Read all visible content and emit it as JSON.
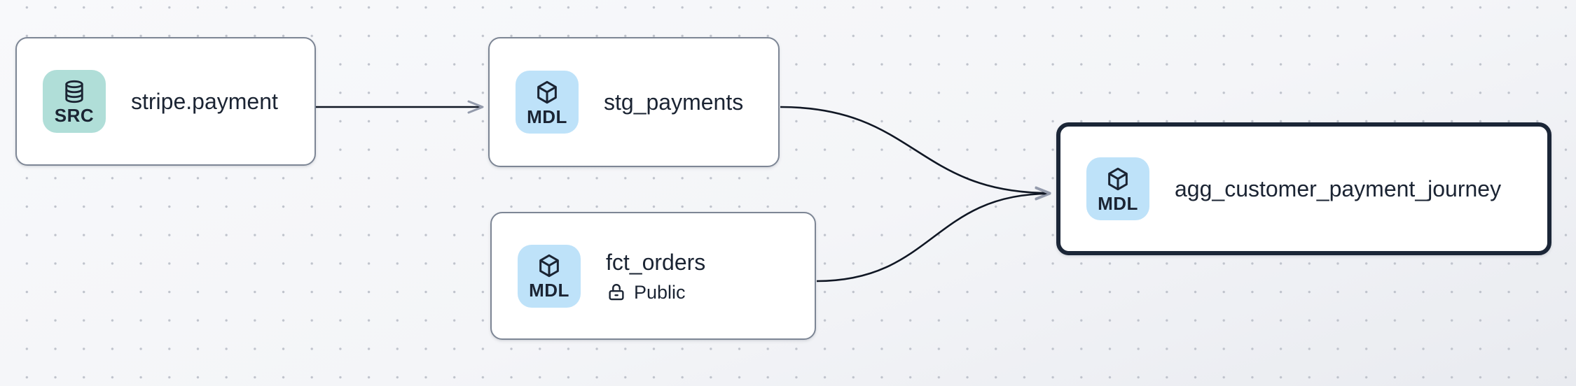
{
  "colors": {
    "background": "#f5f6f9",
    "dot": "#bfc3cc",
    "node_fill": "#ffffff",
    "node_border": "#7d8695",
    "selected_node_border": "#1b2637",
    "text": "#1b2433",
    "edge": "#101724",
    "arrowhead": "#949bac",
    "src_badge_bg": "#b0ded8",
    "mdl_badge_bg": "#bee2f9"
  },
  "nodes": {
    "stripe_payment": {
      "title": "stripe.payment",
      "badge_label": "SRC",
      "type": "source",
      "selected": false
    },
    "stg_payments": {
      "title": "stg_payments",
      "badge_label": "MDL",
      "type": "model",
      "selected": false
    },
    "fct_orders": {
      "title": "fct_orders",
      "badge_label": "MDL",
      "type": "model",
      "access": "Public",
      "selected": false
    },
    "agg_customer_payment_journey": {
      "title": "agg_customer_payment_journey",
      "badge_label": "MDL",
      "type": "model",
      "selected": true
    }
  },
  "edges": [
    {
      "from": "stripe_payment",
      "to": "stg_payments"
    },
    {
      "from": "stg_payments",
      "to": "agg_customer_payment_journey"
    },
    {
      "from": "fct_orders",
      "to": "agg_customer_payment_journey"
    }
  ]
}
